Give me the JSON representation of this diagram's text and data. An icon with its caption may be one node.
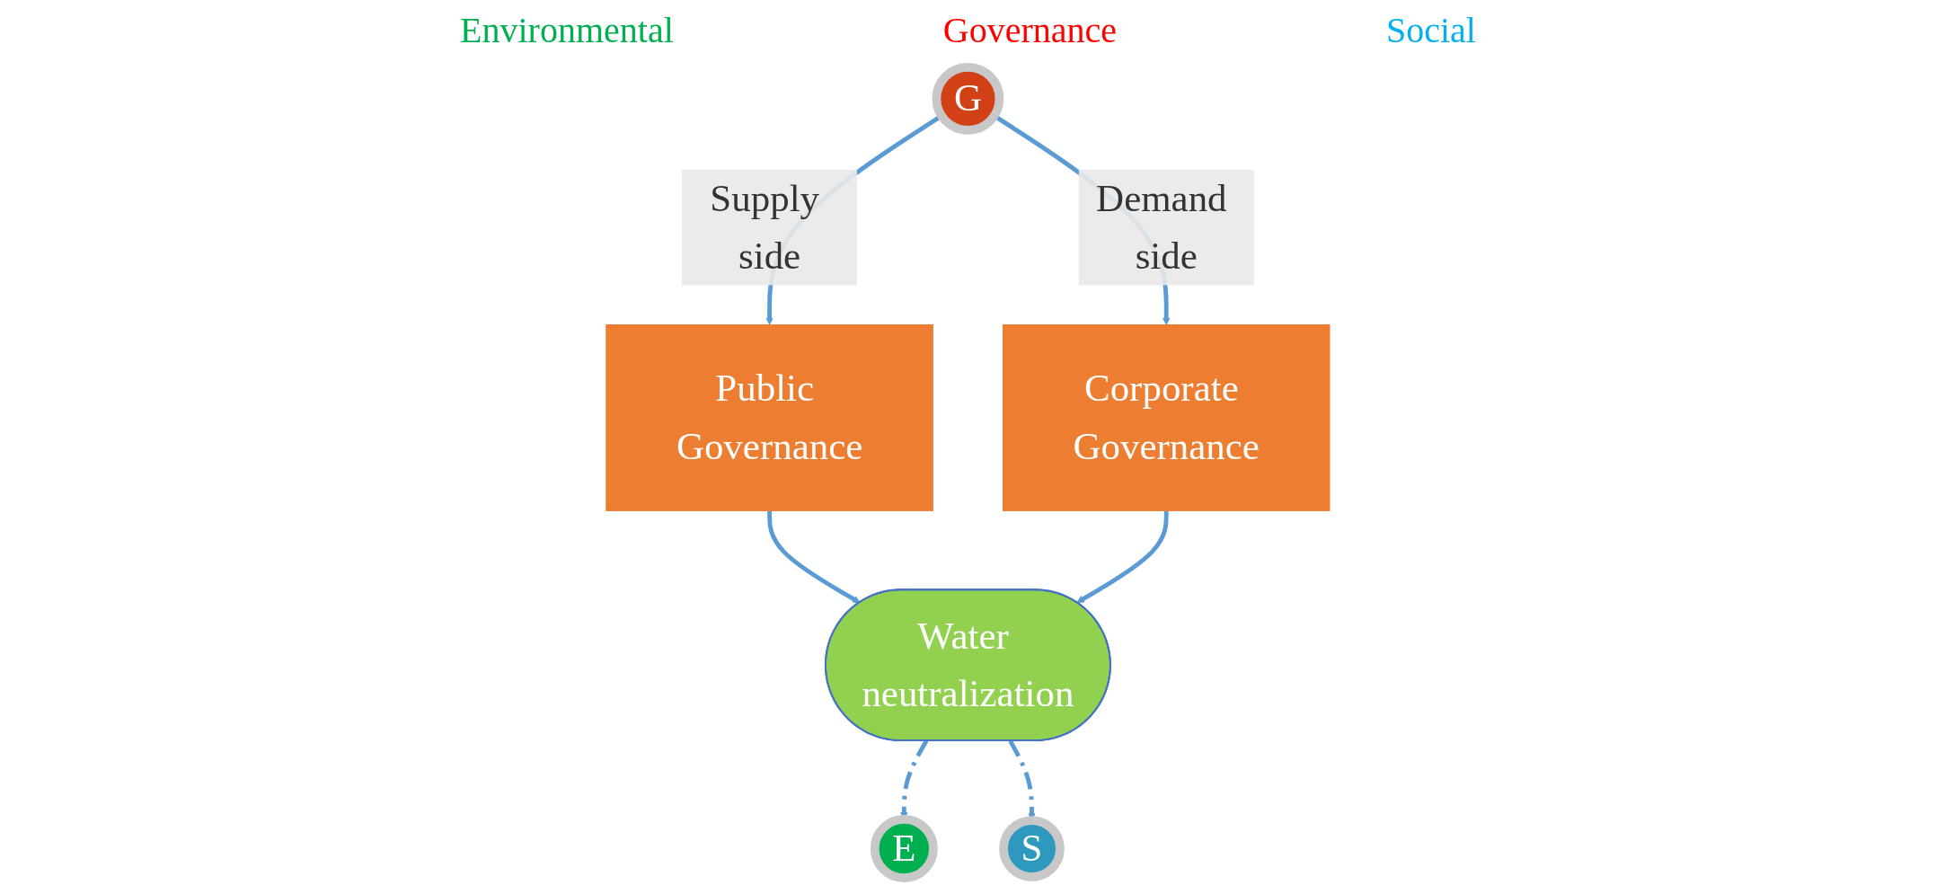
{
  "diagram": {
    "nodes": [
      {
        "text": [
          "E"
        ]
      },
      {
        "text": [
          "G"
        ]
      },
      {
        "text": [
          "S"
        ]
      },
      {
        "text": [
          "Public Governance"
        ]
      },
      {
        "text": [
          "Corporate Governance"
        ]
      },
      {
        "text": [
          "Water neutralization"
        ]
      }
    ],
    "edges": [
      {
        "from": 1,
        "to": 3,
        "arrow": "to",
        "label": "Supply side"
      },
      {
        "from": 1,
        "to": 4,
        "arrow": "to",
        "label": "Demand side"
      },
      {
        "from": 3,
        "to": 5,
        "arrow": "to"
      },
      {
        "from": 4,
        "to": 5,
        "arrow": "to"
      },
      {
        "from": 5,
        "to": 0,
        "arrow": "to",
        "style": "dashed"
      },
      {
        "from": 5,
        "to": 2,
        "arrow": "to",
        "style": "dashed"
      }
    ],
    "labels": [
      "Environmental",
      "Governance",
      "Social"
    ]
  }
}
